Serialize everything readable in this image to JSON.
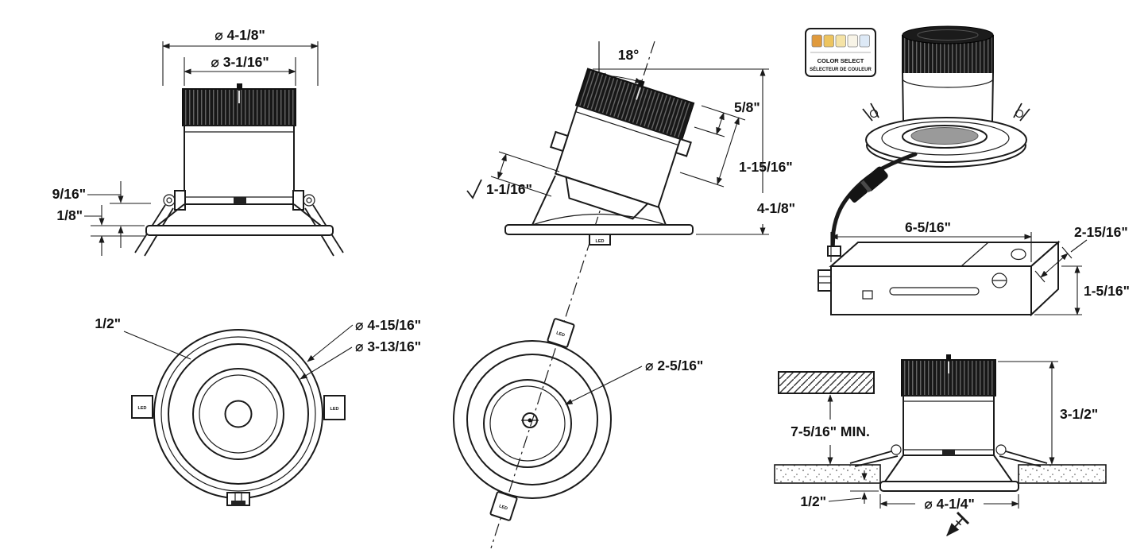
{
  "drawing": {
    "tab_text": "LED",
    "side_view": {
      "outer_dia": "⌀ 4-1/8\"",
      "inner_dia": "⌀ 3-1/16\"",
      "trim_height": "9/16\"",
      "flange_lip": "1/8\""
    },
    "front_view": {
      "ring_width": "1/2\"",
      "outer_dia": "⌀ 4-15/16\"",
      "inner_dia": "⌀ 3-13/16\""
    },
    "tilt_view": {
      "angle": "18°",
      "tab_offset": "5/8\"",
      "side_height": "1-15/16\"",
      "recess_depth": "1-1/16\"",
      "overall_height": "4-1/8\""
    },
    "tilt_front_view": {
      "aperture_dia": "⌀ 2-5/16\""
    },
    "driver_view": {
      "color_select_line1": "COLOR SELECT",
      "color_select_line2": "SÉLECTEUR DE COULEUR",
      "box_length": "6-5/16\"",
      "box_depth": "2-15/16\"",
      "box_height": "1-5/16\""
    },
    "install_view": {
      "min_clearance": "7-5/16\" MIN.",
      "housing_height": "3-1/2\"",
      "flange_lip": "1/2\"",
      "cutout_dia": "⌀ 4-1/4\""
    }
  },
  "colors": {
    "line": "#1a1a1a",
    "cct_swatches": [
      "#e09a3c",
      "#edc45f",
      "#f5e3a6",
      "#f8f4e7",
      "#dde9f6"
    ]
  }
}
